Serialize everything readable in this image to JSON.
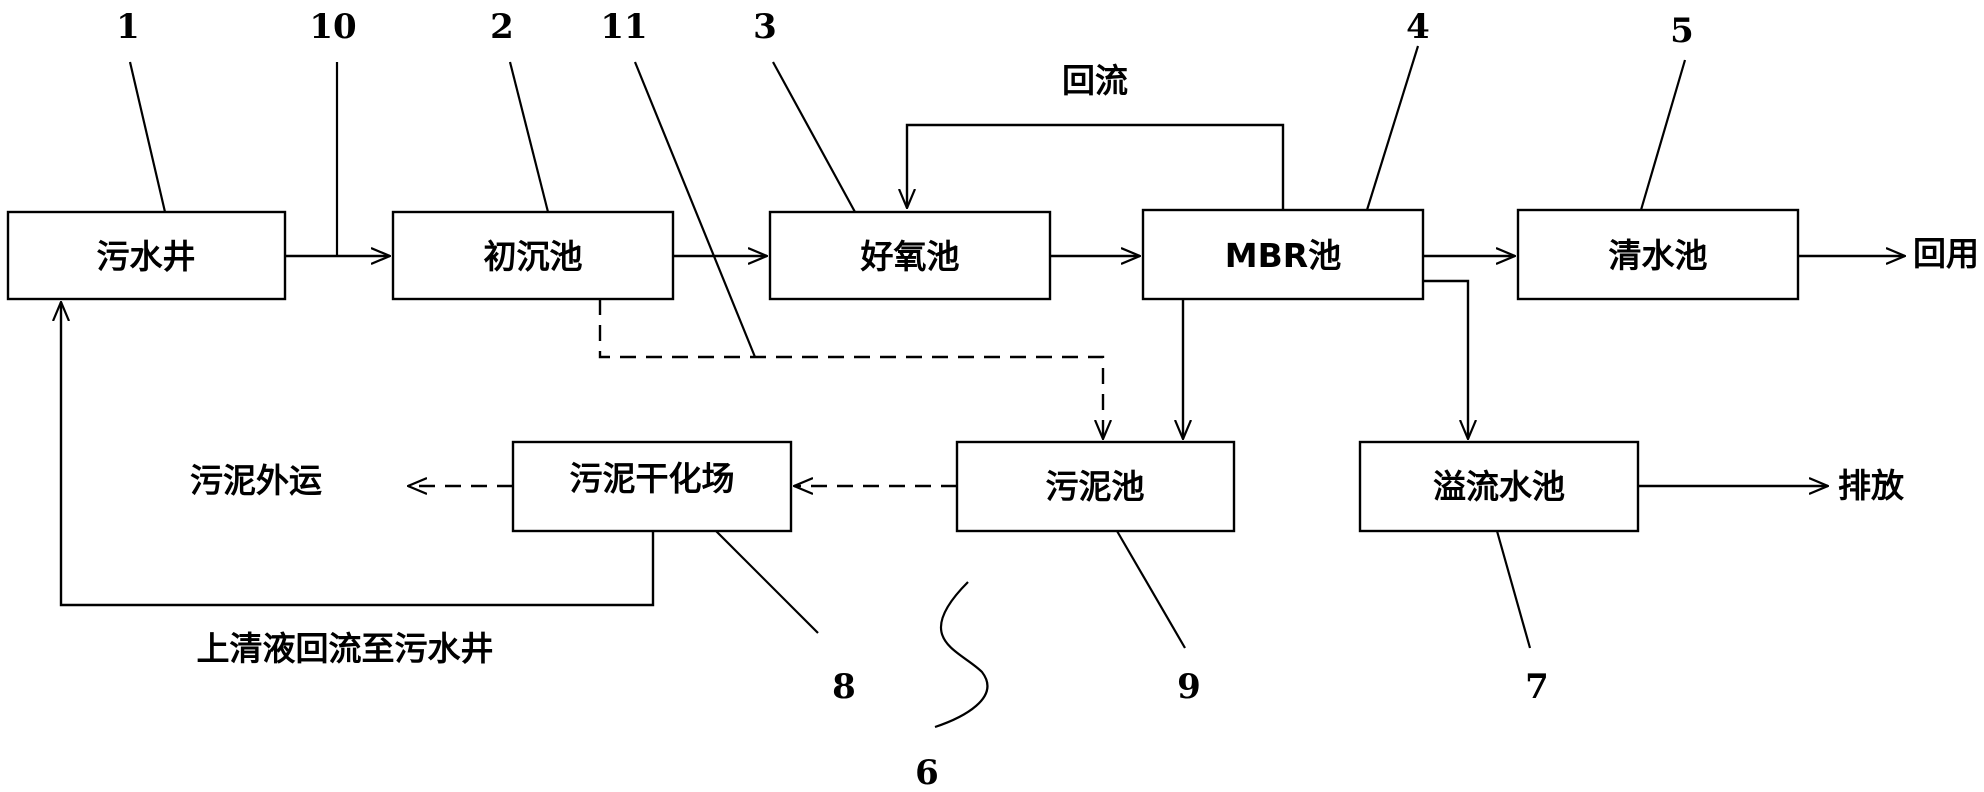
{
  "boxes": {
    "sewage_well": "污水井",
    "primary_tank": "初沉池",
    "aerobic_tank": "好氧池",
    "mbr_tank": "MBR池",
    "clear_water_tank": "清水池",
    "sludge_tank": "污泥池",
    "sludge_drying": "污泥干化场",
    "overflow_tank": "溢流水池"
  },
  "labels": {
    "reflux": "回流",
    "reuse": "回用",
    "discharge": "排放",
    "sludge_transport": "污泥外运",
    "supernatant_return": "上清液回流至污水井"
  },
  "ref_numbers": {
    "n1": "1",
    "n2": "2",
    "n3": "3",
    "n4": "4",
    "n5": "5",
    "n6": "6",
    "n7": "7",
    "n8": "8",
    "n9": "9",
    "n10": "10",
    "n11": "11"
  }
}
